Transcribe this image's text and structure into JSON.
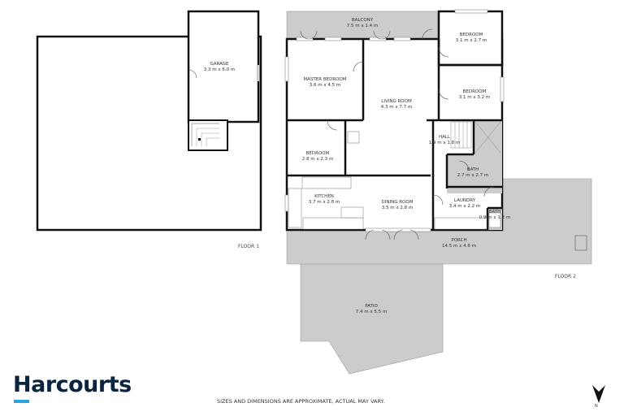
{
  "brand": {
    "name": "Harcourts",
    "accent_color": "#2aa3e0",
    "text_color": "#0b2540"
  },
  "disclaimer": "SIZES AND DIMENSIONS ARE APPROXIMATE, ACTUAL MAY VARY.",
  "north_label": "N",
  "floors": [
    {
      "label": "FLOOR 1",
      "rooms": [
        {
          "name": "GARAGE",
          "size": "3.3 m x 6.0 m"
        }
      ]
    },
    {
      "label": "FLOOR 2",
      "rooms": [
        {
          "name": "BALCONY",
          "size": "7.5 m x 1.4 m"
        },
        {
          "name": "BEDROOM",
          "size": "3.1 m x 2.7 m"
        },
        {
          "name": "MASTER BEDROOM",
          "size": "3.6 m x 4.5 m"
        },
        {
          "name": "LIVING ROOM",
          "size": "4.3 m x 7.7 m"
        },
        {
          "name": "BEDROOM",
          "size": "3.1 m x 3.2 m"
        },
        {
          "name": "HALL",
          "size": "1.9 m x 1.8 m"
        },
        {
          "name": "BEDROOM",
          "size": "2.8 m x 2.3 m"
        },
        {
          "name": "BATH",
          "size": "2.7 m x 2.7 m"
        },
        {
          "name": "KITCHEN",
          "size": "3.7 m x 2.8 m"
        },
        {
          "name": "DINING ROOM",
          "size": "3.5 m x 2.8 m"
        },
        {
          "name": "LAUNDRY",
          "size": "3.4 m x 2.2 m"
        },
        {
          "name": "BATH",
          "size": "0.9 m x 1.2 m"
        },
        {
          "name": "PORCH",
          "size": "14.5 m x 4.6 m"
        },
        {
          "name": "PATIO",
          "size": "7.4 m x 5.5 m"
        }
      ]
    }
  ]
}
